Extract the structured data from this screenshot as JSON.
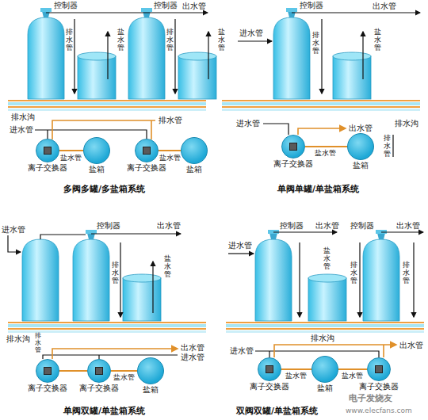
{
  "diagram": {
    "nodes": [
      {
        "text": [
          "离子交换器"
        ]
      },
      {
        "text": [
          "盐箱"
        ]
      },
      {
        "text": [
          "离子交换器"
        ]
      },
      {
        "text": [
          "盐箱"
        ]
      },
      {
        "text": [
          "离子交换器"
        ]
      },
      {
        "text": [
          "盐箱"
        ]
      },
      {
        "text": [
          "离子交换器"
        ]
      },
      {
        "text": [
          "离子交换器"
        ]
      },
      {
        "text": [
          "盐箱"
        ]
      },
      {
        "text": [
          "离子交换器"
        ]
      },
      {
        "text": [
          "盐箱"
        ]
      },
      {
        "text": [
          "离子交换器"
        ]
      }
    ],
    "edges": [
      {
        "from": 0,
        "to": 1,
        "arrow": "none"
      },
      {
        "from": 2,
        "to": 3,
        "arrow": "none"
      },
      {
        "from": 4,
        "to": 5,
        "arrow": "none"
      },
      {
        "from": 6,
        "to": 7,
        "arrow": "none"
      },
      {
        "from": 7,
        "to": 8,
        "arrow": "none"
      },
      {
        "from": 9,
        "to": 10,
        "arrow": "none"
      },
      {
        "from": 10,
        "to": 11,
        "arrow": "none"
      }
    ],
    "labels": [
      "控制器",
      "控制器",
      "出水管",
      "排水管",
      "盐水管",
      "排水管",
      "盐水管",
      "排水沟",
      "进水管",
      "排水管",
      "盐水管",
      "盐水管",
      "多阀多罐/多盐箱系统",
      "控制器",
      "出水管",
      "进水管",
      "排水管",
      "盐水管",
      "进水管",
      "出水管",
      "排水沟",
      "排水管",
      "盐水管",
      "单阀单罐/单盐箱系统",
      "控制器",
      "出水管",
      "进水管",
      "盐水管",
      "排水管",
      "排水沟",
      "排水管",
      "出水管",
      "进水管",
      "盐水管",
      "单阀双罐/单盐箱系统",
      "控制器",
      "出水管",
      "控制器",
      "出水管",
      "进水管",
      "盐水管",
      "排水管",
      "排水管",
      "排水沟",
      "进水管",
      "出水管",
      "盐水管",
      "盐水管",
      "双阀双罐/单盐箱系统",
      "电子发烧友",
      "www.elecfans.com"
    ]
  }
}
